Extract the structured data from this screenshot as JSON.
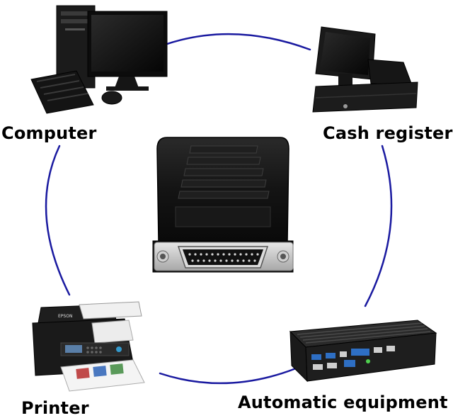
{
  "labels": {
    "computer": "Computer",
    "cash_register": "Cash register",
    "printer": "Printer",
    "automatic_equipment": "Automatic equipment"
  },
  "printer_brand": "EPSON",
  "colors": {
    "connector_ring": "#1a1aa0",
    "device_dark": "#121212"
  }
}
